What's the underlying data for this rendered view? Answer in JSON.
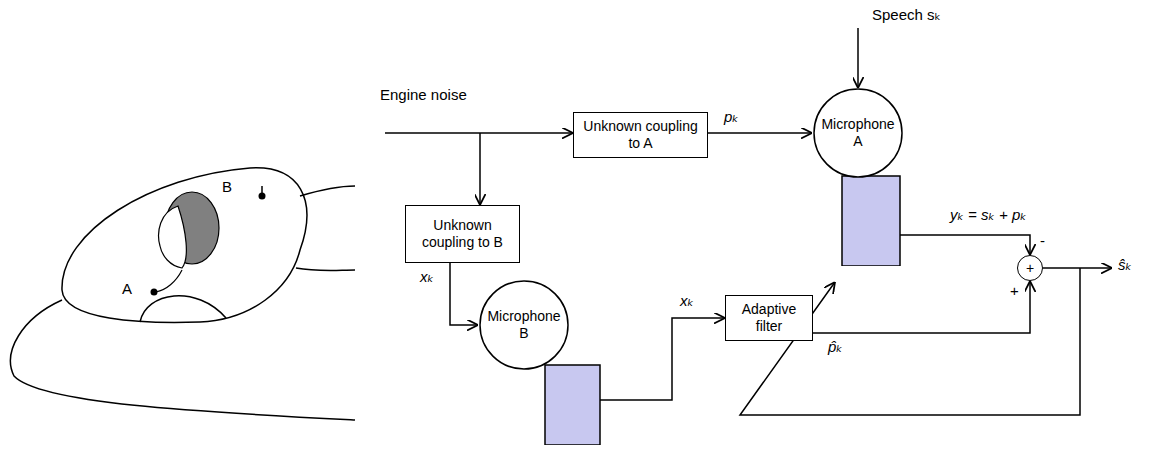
{
  "diagram": {
    "nodes": [
      {
        "text": [
          "Unknown coupling to A"
        ]
      },
      {
        "text": [
          "Microphone A"
        ]
      },
      {
        "text": [
          "Unknown coupling to B"
        ]
      },
      {
        "text": [
          "Microphone B"
        ]
      },
      {
        "text": [
          "Adaptive filter"
        ]
      },
      {
        "text": [
          "+"
        ]
      }
    ],
    "edges": [
      {
        "from": 0,
        "to": 1,
        "arrow": "to"
      },
      {
        "from": 2,
        "to": 3,
        "arrow": "to"
      },
      {
        "from": 3,
        "to": 4,
        "arrow": "to"
      },
      {
        "from": 1,
        "to": 5,
        "arrow": "to"
      },
      {
        "from": 4,
        "to": 5,
        "arrow": "to"
      }
    ],
    "labels": [
      "Engine noise",
      "Speech sₖ",
      "pₖ",
      "xₖ",
      "xₖ",
      "yₖ = sₖ + pₖ",
      "p̂ₖ",
      "+",
      "-",
      "ŝₖ",
      "A",
      "B"
    ]
  }
}
